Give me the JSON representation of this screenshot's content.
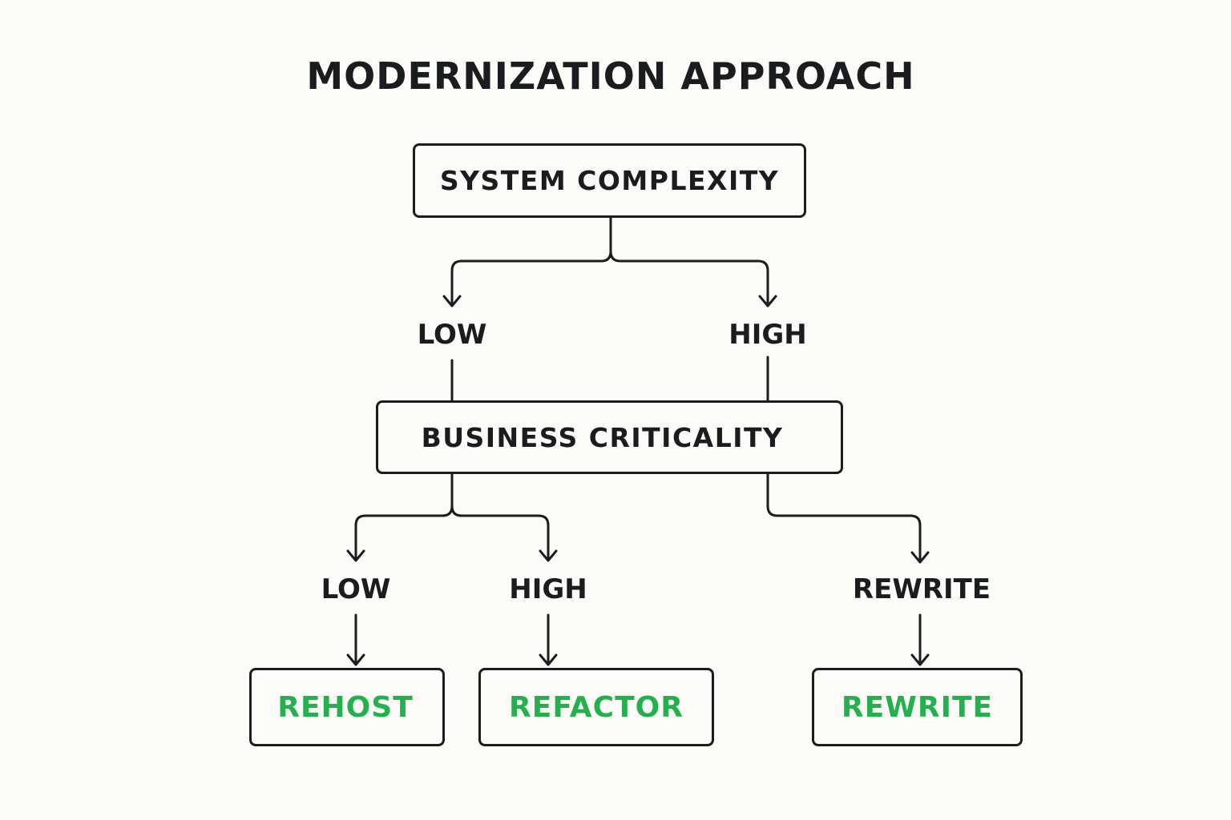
{
  "title": "MODERNIZATION APPROACH",
  "nodes": {
    "system_complexity": "SYSTEM COMPLEXITY",
    "business_criticality": "BUSINESS CRITICALITY"
  },
  "branch_labels": {
    "complexity_low": "LOW",
    "complexity_high": "HIGH",
    "criticality_low": "LOW",
    "criticality_high": "HIGH",
    "high_path": "REWRITE"
  },
  "outcomes": {
    "rehost": "REHOST",
    "refactor": "REFACTOR",
    "rewrite": "REWRITE"
  },
  "colors": {
    "outcome_text": "#22b14c",
    "line": "#1a1d1f",
    "background": "#fcfbf7"
  }
}
